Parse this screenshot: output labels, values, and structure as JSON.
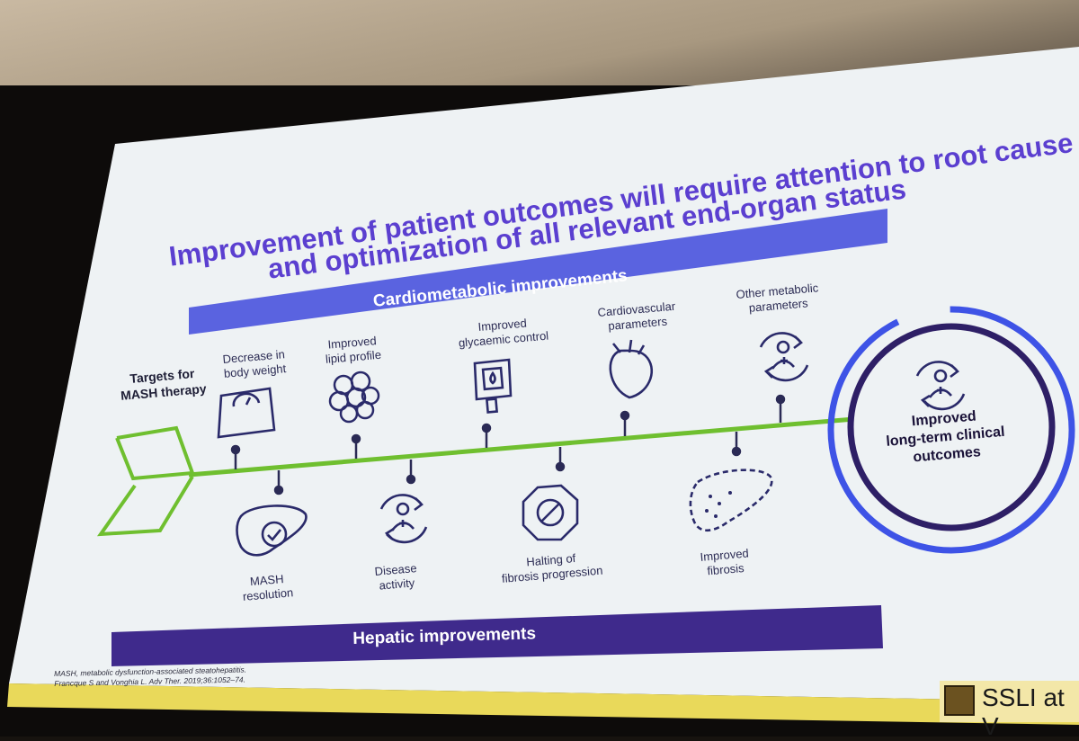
{
  "slide": {
    "title_line1": "Improvement of patient outcomes will require attention to root cause",
    "title_line2": "and optimization of all relevant end-organ status",
    "top_band": "Cardiometabolic improvements",
    "bottom_band": "Hepatic improvements",
    "targets_label_line1": "Targets for",
    "targets_label_line2": "MASH therapy",
    "top_items": [
      {
        "line1": "Decrease in",
        "line2": "body weight",
        "icon": "weighing-scale-icon"
      },
      {
        "line1": "Improved",
        "line2": "lipid profile",
        "icon": "lipid-cluster-icon"
      },
      {
        "line1": "Improved",
        "line2": "glycaemic control",
        "icon": "glucose-meter-icon"
      },
      {
        "line1": "Cardiovascular",
        "line2": "parameters",
        "icon": "heart-icon"
      },
      {
        "line1": "Other metabolic",
        "line2": "parameters",
        "icon": "patient-cycle-icon"
      }
    ],
    "bottom_items": [
      {
        "line1": "MASH",
        "line2": "resolution",
        "icon": "liver-check-icon"
      },
      {
        "line1": "Disease",
        "line2": "activity",
        "icon": "patient-cycle-icon"
      },
      {
        "line1": "Halting of",
        "line2": "fibrosis progression",
        "icon": "stop-octagon-icon"
      },
      {
        "line1": "Improved",
        "line2": "fibrosis",
        "icon": "fibrotic-liver-icon"
      }
    ],
    "outcome_line1": "Improved",
    "outcome_line2": "long-term clinical",
    "outcome_line3": "outcomes",
    "footnote_line1": "MASH, metabolic dysfunction-associated steatohepatitis.",
    "footnote_line2": "Francque S and Vonghia L. Adv Ther. 2019;36:1052–74.",
    "colors": {
      "title": "#5b3fd0",
      "top_band": "#5a63e0",
      "bottom_band": "#3f2a8c",
      "spine": "#6fbf2f",
      "outcome_ring": "#3e53e6"
    }
  },
  "venue_badge": {
    "text": "SSLI at V"
  }
}
